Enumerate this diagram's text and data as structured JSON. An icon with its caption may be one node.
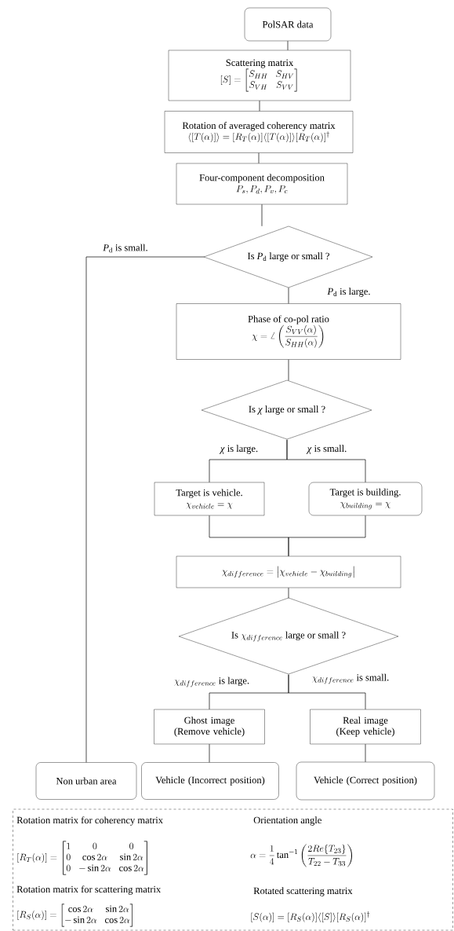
{
  "diagram": {
    "nodes": [
      {
        "text": [
          "PolSAR data"
        ]
      },
      {
        "text": [
          "Scattering matrix",
          "[S] = \\begin{bmatrix} S_{HH} & S_{HV} \\\\ S_{VH} & S_{VV} \\end{bmatrix}"
        ]
      },
      {
        "text": [
          "Rotation of averaged coherency matrix",
          "\\langle[T(\\alpha)]\\rangle = [R_T(\\alpha)]\\langle[T(\\alpha)]\\rangle[R_T(\\alpha)]^{\\dagger}"
        ]
      },
      {
        "text": [
          "Four-component decomposition",
          "P_s, P_d, P_v, P_c"
        ]
      },
      {
        "text": [
          "Is *P*$_{d}$ large or small ?"
        ]
      },
      {
        "text": [
          "Phase of co-pol ratio",
          "\\chi = \\angle\\left(\\frac{S_{VV}(\\alpha)}{S_{HH}(\\alpha)}\\right)"
        ]
      },
      {
        "text": [
          "Is *χ* large or small ?"
        ]
      },
      {
        "text": [
          "Target is vehicle.",
          "\\chi_{vehicle} = \\chi"
        ]
      },
      {
        "text": [
          "Target is building.",
          "\\chi_{building} = \\chi"
        ]
      },
      {
        "text": [
          "\\chi_{difference} = \\left|\\chi_{vehicle} - \\chi_{building}\\right|"
        ]
      },
      {
        "text": [
          "\\text{Is }\\chi_{difference}\\text{ large or small ?}"
        ]
      },
      {
        "text": [
          "Ghost image (Remove vehicle)"
        ]
      },
      {
        "text": [
          "Real image (Keep vehicle)"
        ]
      },
      {
        "text": [
          "Non urban area"
        ]
      },
      {
        "text": [
          "Vehicle (Incorrect position)"
        ]
      },
      {
        "text": [
          "Vehicle (Correct position)"
        ]
      },
      {
        "text": [
          "Rotation matrix for coherency matrix",
          "[R_T(\\alpha)] = \\begin{bmatrix}1&0&0\\\\0&\\cos 2\\alpha&\\sin 2\\alpha\\\\0&-\\sin 2\\alpha&\\cos 2\\alpha\\end{bmatrix}",
          "Orientation angle",
          "\\alpha = \\frac{1}{4}\\tan^{-1}\\left(\\frac{2Re\\{T_{23}\\}}{T_{22}-T_{33}}\\right)",
          "Rotation matrix for scattering matrix",
          "[R_S(\\alpha)] = \\begin{bmatrix}\\cos 2\\alpha & \\sin 2\\alpha\\\\ -\\sin 2\\alpha & \\cos 2\\alpha\\end{bmatrix}",
          "Rotated scattering matrix",
          "[S(\\alpha)] = [R_S(\\alpha)]\\langle[S]\\rangle [R_S(\\alpha)]^{\\dagger}"
        ]
      }
    ],
    "edges": [
      {
        "from": 0,
        "to": 1,
        "arrow": "none"
      },
      {
        "from": 1,
        "to": 2,
        "arrow": "none"
      },
      {
        "from": 2,
        "to": 3,
        "arrow": "none"
      },
      {
        "from": 3,
        "to": 4,
        "arrow": "none"
      },
      {
        "from": 4,
        "to": 5,
        "arrow": "none",
        "label": "*P*$_{d}$ is large."
      },
      {
        "from": 4,
        "to": 13,
        "arrow": "none",
        "label": "*P*$_{d}$ is small."
      },
      {
        "from": 5,
        "to": 6,
        "arrow": "none"
      },
      {
        "from": 6,
        "to": 7,
        "arrow": "none",
        "label": "*χ* is large."
      },
      {
        "from": 6,
        "to": 8,
        "arrow": "none",
        "label": "*χ* is small."
      },
      {
        "from": 7,
        "to": 9,
        "arrow": "none"
      },
      {
        "from": 8,
        "to": 9,
        "arrow": "none"
      },
      {
        "from": 9,
        "to": 10,
        "arrow": "none"
      },
      {
        "from": 10,
        "to": 11,
        "arrow": "none",
        "label": "\\chi_{difference}\\text{ is large.}"
      },
      {
        "from": 10,
        "to": 12,
        "arrow": "none",
        "label": "\\chi_{difference}\\text{ is small.}"
      },
      {
        "from": 11,
        "to": 14,
        "arrow": "none"
      },
      {
        "from": 12,
        "to": 15,
        "arrow": "none"
      }
    ]
  }
}
